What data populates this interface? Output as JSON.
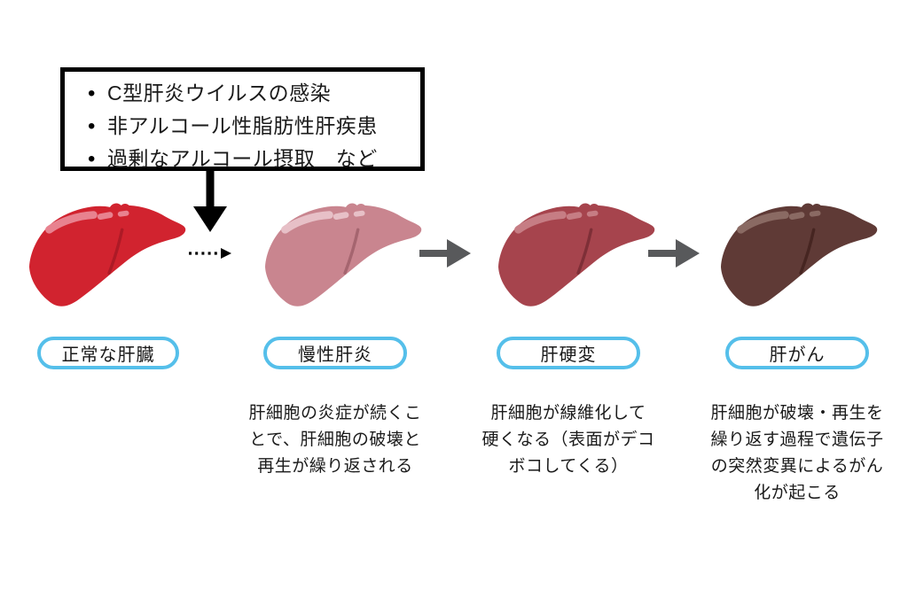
{
  "diagram_title": "liver-disease-progression",
  "causes_box": {
    "items": [
      "C型肝炎ウイルスの感染",
      "非アルコール性脂肪性肝疾患",
      "過剰なアルコール摂取　など"
    ]
  },
  "stages": [
    {
      "label": "正常な肝臓",
      "liver": {
        "base": "#d1232f",
        "highlight": "#e8828f",
        "crease": "#ad1a26"
      },
      "desc_lines": []
    },
    {
      "label": "慢性肝炎",
      "liver": {
        "base": "#c9858f",
        "highlight": "#e7c0c7",
        "crease": "#a5656f"
      },
      "desc_lines": [
        "肝細胞の炎症が続くこ",
        "とで、肝細胞の破壊と",
        "再生が繰り返される"
      ]
    },
    {
      "label": "肝硬変",
      "liver": {
        "base": "#a6444d",
        "highlight": "#c67d84",
        "crease": "#7e2f37"
      },
      "desc_lines": [
        "肝細胞が線維化して",
        "硬くなる（表面がデコ",
        "ボコしてくる）"
      ]
    },
    {
      "label": "肝がん",
      "liver": {
        "base": "#5f3a36",
        "highlight": "#8a6a63",
        "crease": "#462521"
      },
      "desc_lines": [
        "肝細胞が破壊・再生を",
        "繰り返す過程で遺伝子",
        "の突然変異によるがん",
        "化が起こる"
      ]
    }
  ],
  "icons": {
    "down_arrow": "black-down-arrow",
    "dotted_arrow": "black-dotted-right-arrow",
    "right_arrow": "gray-right-arrow"
  },
  "colors": {
    "pill_border": "#55bfea",
    "arrow_gray": "#58595b",
    "arrow_black": "#000000",
    "text": "#1a1a1a",
    "background": "#ffffff"
  }
}
